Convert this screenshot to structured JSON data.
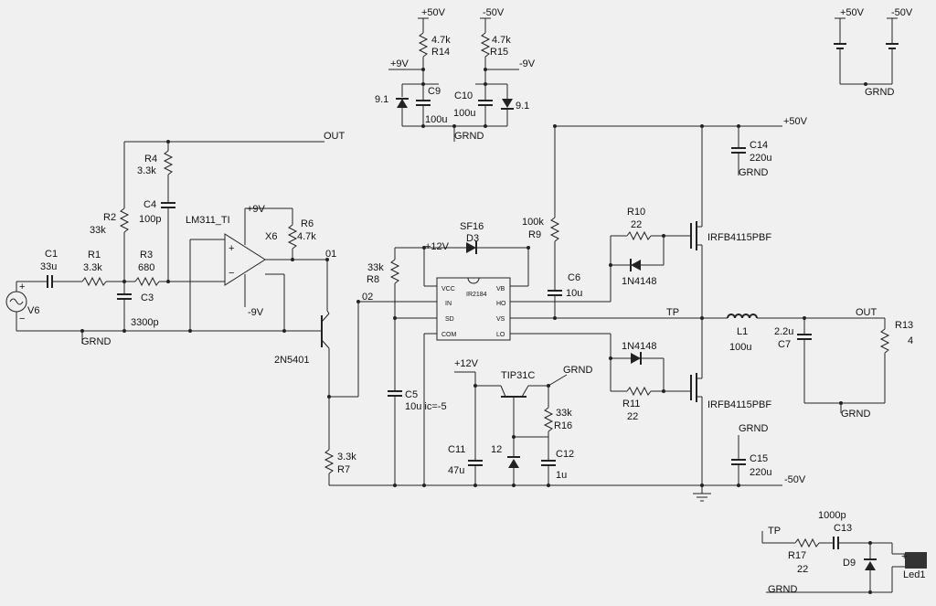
{
  "labels": {
    "p50_top1": "+50V",
    "m50_top1": "-50V",
    "p50_top2": "+50V",
    "m50_top2": "-50V",
    "p9": "+9V",
    "m9": "-9V",
    "r14_val": "4.7k",
    "r14": "R14",
    "r15_val": "4.7k",
    "r15": "R15",
    "z91a": "9.1",
    "z91b": "9.1",
    "c9": "C9",
    "c9_val": "100u",
    "c10": "C10",
    "c10_val": "100u",
    "grnd_top": "GRND",
    "grnd_tr": "GRND",
    "out_top": "OUT",
    "r4": "R4",
    "r4_val": "3.3k",
    "r2": "R2",
    "r2_val": "33k",
    "c4": "C4",
    "c4_val": "100p",
    "lm311": "LM311_TI",
    "x6": "X6",
    "p9_op": "+9V",
    "m9_op": "-9V",
    "r6": "R6",
    "r6_val": "4.7k",
    "n01": "01",
    "n02": "02",
    "c1": "C1",
    "c1_val": "33u",
    "r1": "R1",
    "r1_val": "3.3k",
    "r3": "R3",
    "r3_val": "680",
    "c3": "C3",
    "c3_val": "3300p",
    "v6": "V6",
    "grnd_left": "GRND",
    "q_2n5401": "2N5401",
    "r7": "R7",
    "r7_val": "3.3k",
    "sf16": "SF16",
    "d3": "D3",
    "p12a": "+12V",
    "r8": "R8",
    "r8_val": "33k",
    "ic_name": "IR2184",
    "pin_vcc": "VCC",
    "pin_in": "IN",
    "pin_sd": "SD",
    "pin_com": "COM",
    "pin_vb": "VB",
    "pin_ho": "HO",
    "pin_vs": "VS",
    "pin_lo": "LO",
    "c5": "C5",
    "c5_val": "10u ic=-5",
    "r9_val": "100k",
    "r9": "R9",
    "c6": "C6",
    "c6_val": "10u",
    "r10": "R10",
    "r10_val": "22",
    "d1n4148a": "1N4148",
    "d1n4148b": "1N4148",
    "irfb_hi": "IRFB4115PBF",
    "irfb_lo": "IRFB4115PBF",
    "r11": "R11",
    "r11_val": "22",
    "p50_mid": "+50V",
    "c14": "C14",
    "c14_val": "220u",
    "grnd_c14": "GRND",
    "tp": "TP",
    "l1": "L1",
    "l1_val": "100u",
    "c7_val": "2.2u",
    "c7": "C7",
    "out_mid": "OUT",
    "r13": "R13",
    "r13_val": "4",
    "grnd_load": "GRND",
    "p12b": "+12V",
    "tip31c": "TIP31C",
    "grnd_tip": "GRND",
    "r16_val": "33k",
    "r16": "R16",
    "c11": "C11",
    "c11_val": "47u",
    "z12": "12",
    "c12": "C12",
    "c12_val": "1u",
    "grnd_c15": "GRND",
    "c15": "C15",
    "c15_val": "220u",
    "m50_mid": "-50V",
    "tp2": "TP",
    "c13_val": "1000p",
    "c13": "C13",
    "r17": "R17",
    "r17_val": "22",
    "d9": "D9",
    "led1": "Led1",
    "grnd_bot": "GRND"
  }
}
